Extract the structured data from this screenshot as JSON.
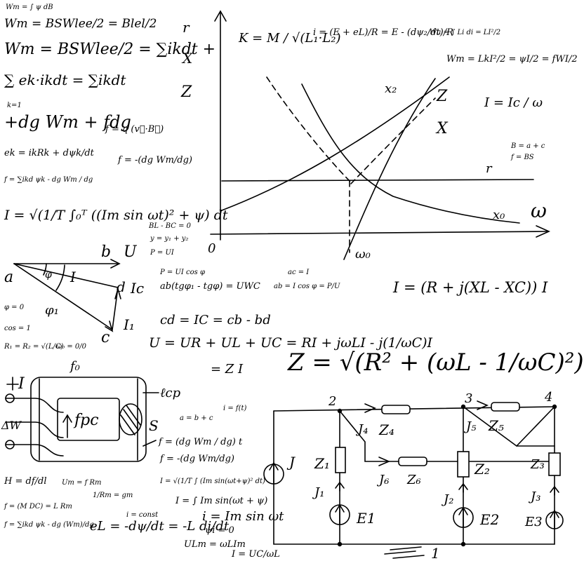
{
  "formulas": {
    "f01": "Wm = ∫ ψ dB",
    "f02": "Wm = BSWlee/2 = Blel/2",
    "f03": "Wm = BSWlee/2 = ∑ikdt +",
    "f04": "∑ ek·ikdt = ∑ikdt",
    "f05": "k=1",
    "f06": "+dg Wm + fdg",
    "f07": "f = q (v⃗·B⃗)",
    "f08": "ek = ikRk + dψk/dt",
    "f09": "f = -(dg Wm/dg)",
    "f10": "f = ∑ikd ψk - dg Wm / dg",
    "f11": "I = √(1/T ∫₀ᵀ ((Im sin ωt)² + ψ) dt",
    "f12": "BL - BC = 0",
    "f13": "y = y₁ + y₂",
    "f14": "P = UI",
    "f15": "P = UI cos φ",
    "f16": "ab(tgφ₁ - tgφ) = UWC",
    "f17": "ac = I",
    "f18": "ab = I cos φ = P/U",
    "f19": "φ = 0",
    "f20": "cos = 1",
    "f21": "R₁ = R₂ = √(L/C)",
    "f22": "ω₀ = 0/0",
    "f23": "cd = IC = cb - bd",
    "f24": "U = UR + UL + UC = RI + jωLI - j(1/ωC)I",
    "f25": "I = (R + j(XL - XC)) I",
    "f26": "= Z I",
    "f27": "Z = √(R² + (ωL - 1/ωC)²)",
    "f28": "f₀",
    "f29": "ℓcp",
    "f30": "a = b + c",
    "f31": "i = f(t)",
    "f32": "f = (dg Wm / dg) t",
    "f33": "f = -(dg Wm/dg)",
    "f34": "I = √(1/T ∫ (Im sin(ωt+ψ)² dt)",
    "f35": "I = ∫ Im sin(ωt + ψ)",
    "f36": "i = Im sin ωt",
    "f37": "ψi = 0",
    "f38": "ULm = ωLIm",
    "f39": "I = UC/ωL",
    "f40": "eL = -dψ/dt = -L di/dt",
    "f41": "H = df/dl",
    "f42": "Um = f Rm",
    "f43": "1/Rm = gm",
    "f44": "f = (M DC) = L Rm",
    "f45": "f = ∑ikd ψk - dg (Wm)/dg",
    "f46": "i = const",
    "f47": "K = M / √(L₁·L₂)",
    "f48": "i = (E + eL)/R = E - (dψ₂/dt)/R",
    "f49": "Wu = ∫ Li di = LI²/2",
    "f50": "Wm = LkI²/2 = ψI/2 = fWI/2",
    "f51": "I = Ic / ω",
    "f52": "B = a + c",
    "f53": "f = BS"
  },
  "graph": {
    "axis_y": "",
    "axis_x": "ω",
    "origin": "0",
    "curve_x2": "x₂",
    "curve_z": "Z",
    "curve_x": "X",
    "curve_r": "r",
    "curve_x0": "x₀",
    "omega0": "ω₀",
    "legend_r": "r",
    "legend_x": "X",
    "legend_z": "Z"
  },
  "phasor": {
    "a": "a",
    "b": "b",
    "c": "c",
    "d": "d",
    "u": "U",
    "phi": "φ",
    "phi1": "φ₁",
    "i": "I",
    "ic": "Ic",
    "i1": "I₁"
  },
  "transformer": {
    "label": "fpc",
    "s": "S",
    "i": "I",
    "w": "ΔW"
  },
  "circuit": {
    "n1": "1",
    "n2": "2",
    "n3": "3",
    "n4": "4",
    "j": "J",
    "i1": "J₁",
    "z1": "Z₁",
    "i2": "J₂",
    "z2": "Z₂",
    "i3": "J₃",
    "z3": "Z₃",
    "i4": "J₄",
    "z4": "Z₄",
    "i5": "J₅",
    "z5": "Z₅",
    "i6": "J₆",
    "z6": "Z₆",
    "e1": "E1",
    "e2": "E2",
    "e3": "E3"
  }
}
